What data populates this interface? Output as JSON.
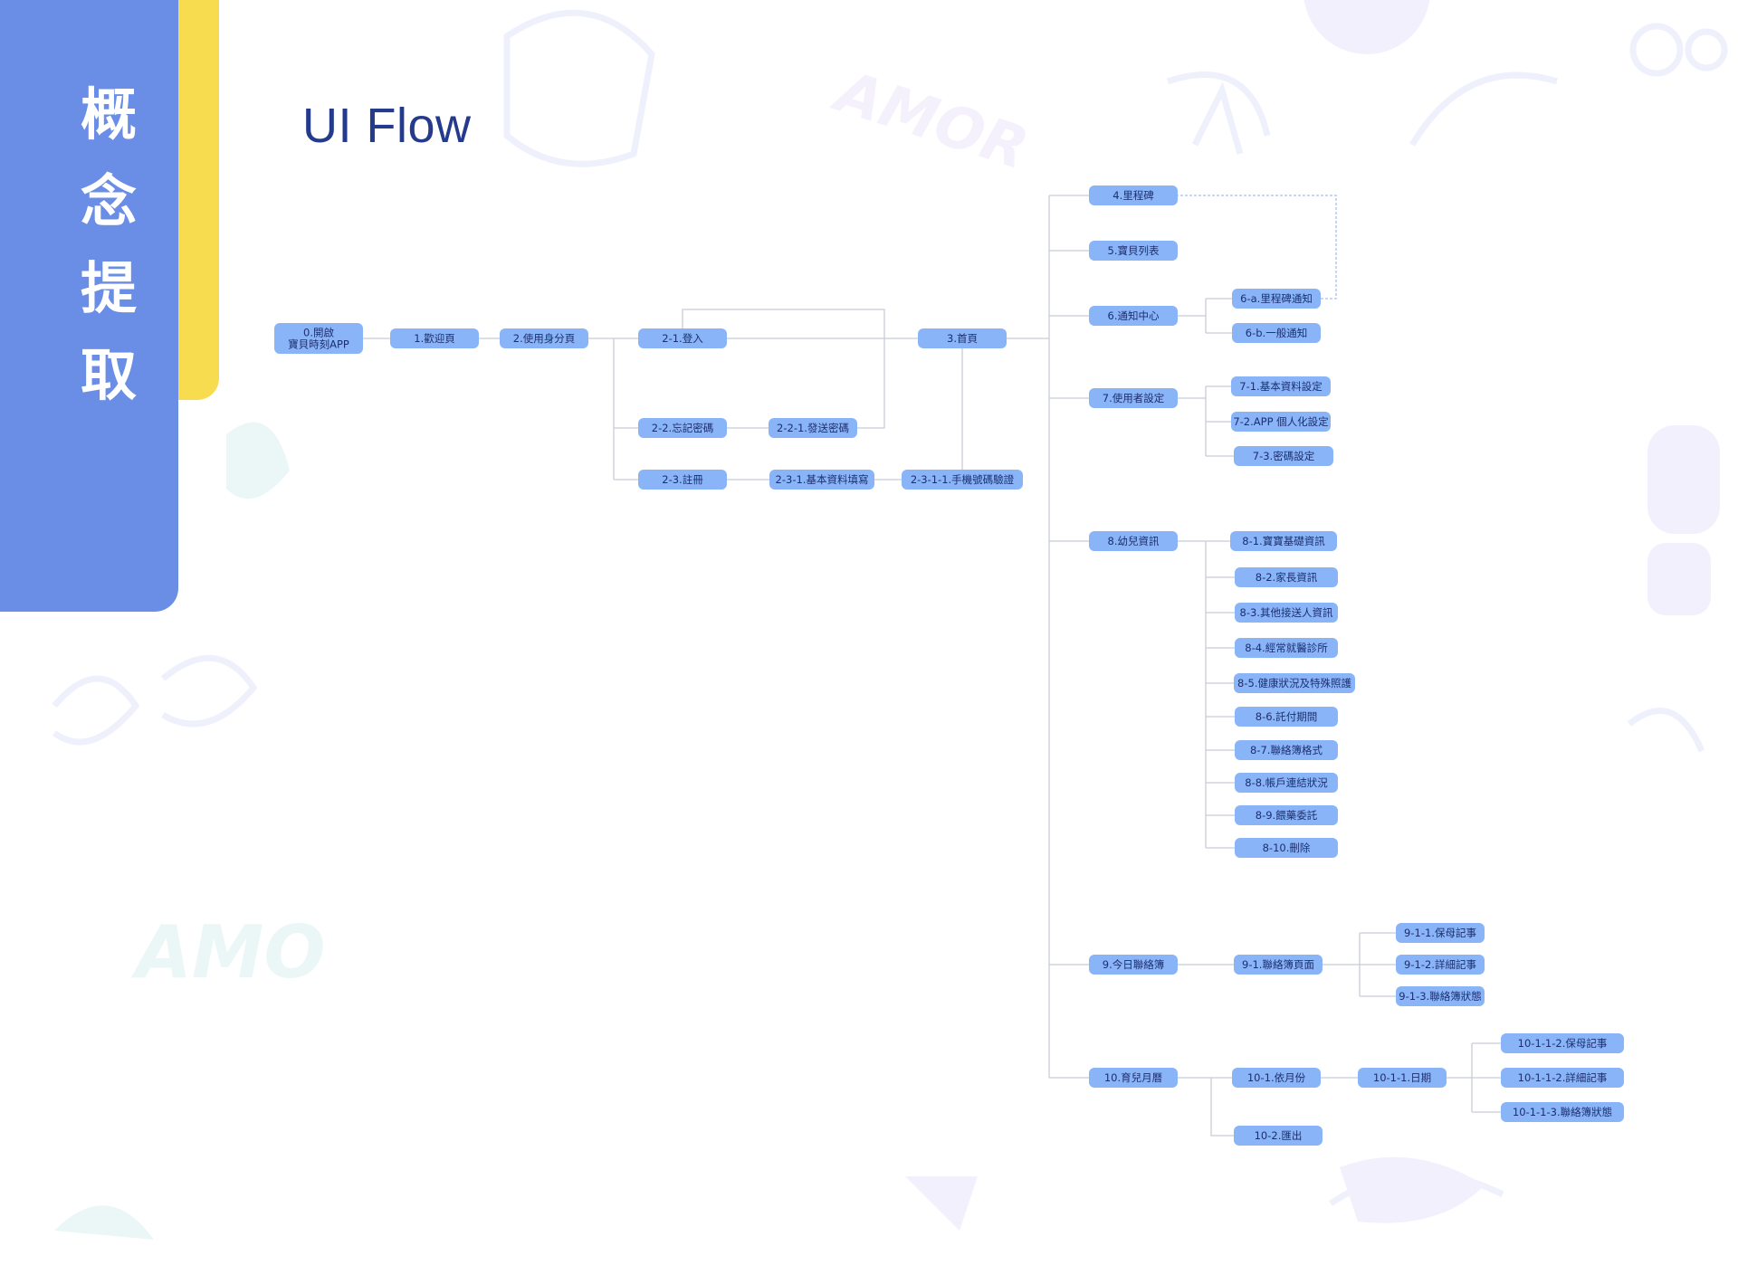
{
  "page": {
    "side_title": [
      "概",
      "念",
      "提",
      "取"
    ],
    "title": "UI Flow"
  },
  "colors": {
    "side_panel": "#6a8de6",
    "side_accent": "#f8dc50",
    "title": "#243a8c",
    "node_fill": "#8ab4f8",
    "node_text": "#1c2f6e",
    "connector": "#c8ccd6"
  },
  "diagram": {
    "nodes": [
      {
        "id": "n0",
        "label": "0.開啟\n寶貝時刻APP"
      },
      {
        "id": "n1",
        "label": "1.歡迎頁"
      },
      {
        "id": "n2",
        "label": "2.使用身分頁"
      },
      {
        "id": "n21",
        "label": "2-1.登入"
      },
      {
        "id": "n22",
        "label": "2-2.忘記密碼"
      },
      {
        "id": "n221",
        "label": "2-2-1.發送密碼"
      },
      {
        "id": "n23",
        "label": "2-3.註冊"
      },
      {
        "id": "n231",
        "label": "2-3-1.基本資料填寫"
      },
      {
        "id": "n2311",
        "label": "2-3-1-1.手機號碼驗證"
      },
      {
        "id": "n3",
        "label": "3.首頁"
      },
      {
        "id": "n4",
        "label": "4.里程碑"
      },
      {
        "id": "n5",
        "label": "5.寶貝列表"
      },
      {
        "id": "n6",
        "label": "6.通知中心"
      },
      {
        "id": "n6a",
        "label": "6-a.里程碑通知"
      },
      {
        "id": "n6b",
        "label": "6-b.一般通知"
      },
      {
        "id": "n7",
        "label": "7.使用者設定"
      },
      {
        "id": "n71",
        "label": "7-1.基本資料設定"
      },
      {
        "id": "n72",
        "label": "7-2.APP 個人化設定"
      },
      {
        "id": "n73",
        "label": "7-3.密碼設定"
      },
      {
        "id": "n8",
        "label": "8.幼兒資訊"
      },
      {
        "id": "n81",
        "label": "8-1.寶寶基礎資訊"
      },
      {
        "id": "n82",
        "label": "8-2.家長資訊"
      },
      {
        "id": "n83",
        "label": "8-3.其他接送人資訊"
      },
      {
        "id": "n84",
        "label": "8-4.經常就醫診所"
      },
      {
        "id": "n85",
        "label": "8-5.健康狀況及特殊照護"
      },
      {
        "id": "n86",
        "label": "8-6.託付期間"
      },
      {
        "id": "n87",
        "label": "8-7.聯絡簿格式"
      },
      {
        "id": "n88",
        "label": "8-8.帳戶連結狀況"
      },
      {
        "id": "n89",
        "label": "8-9.餵藥委託"
      },
      {
        "id": "n810",
        "label": "8-10.刪除"
      },
      {
        "id": "n9",
        "label": "9.今日聯絡簿"
      },
      {
        "id": "n91",
        "label": "9-1.聯絡簿頁面"
      },
      {
        "id": "n911",
        "label": "9-1-1.保母記事"
      },
      {
        "id": "n912",
        "label": "9-1-2.詳細記事"
      },
      {
        "id": "n913",
        "label": "9-1-3.聯絡簿狀態"
      },
      {
        "id": "n10",
        "label": "10.育兒月曆"
      },
      {
        "id": "n101",
        "label": "10-1.依月份"
      },
      {
        "id": "n1011",
        "label": "10-1-1.日期"
      },
      {
        "id": "n10112",
        "label": "10-1-1-2.保母記事"
      },
      {
        "id": "n10112b",
        "label": "10-1-1-2.詳細記事"
      },
      {
        "id": "n10113",
        "label": "10-1-1-3.聯絡簿狀態"
      },
      {
        "id": "n102",
        "label": "10-2.匯出"
      }
    ]
  }
}
